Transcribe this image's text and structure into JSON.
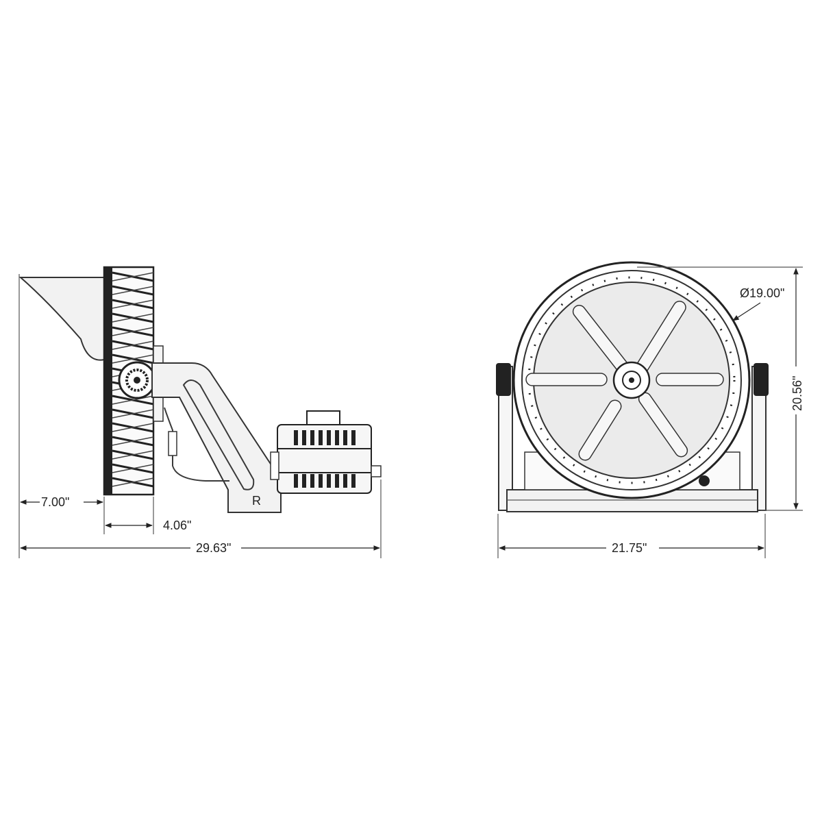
{
  "side_view": {
    "dim_overall": "29.63\"",
    "dim_visor": "7.00\"",
    "dim_depth": "4.06\"",
    "arm_marking": "R"
  },
  "front_view": {
    "dim_diameter": "Ø19.00\"",
    "dim_width": "21.75\"",
    "dim_height": "20.56\""
  }
}
